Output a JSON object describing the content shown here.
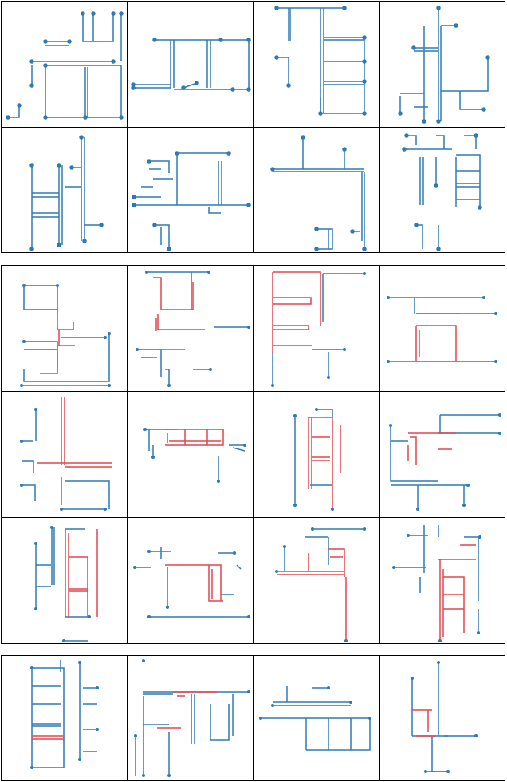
{
  "figure": {
    "description_visible_text": "",
    "grid_columns": 4,
    "panel_rows": [
      2,
      3,
      1
    ]
  },
  "colors": {
    "wall_blue": "#2e7bb4",
    "node_blue": "#2e7bb4",
    "highlight_red": "#e0474c",
    "border": "#000000",
    "background": "#ffffff"
  },
  "icons": {
    "node": "circle-node-icon",
    "segment": "line-segment-icon"
  }
}
